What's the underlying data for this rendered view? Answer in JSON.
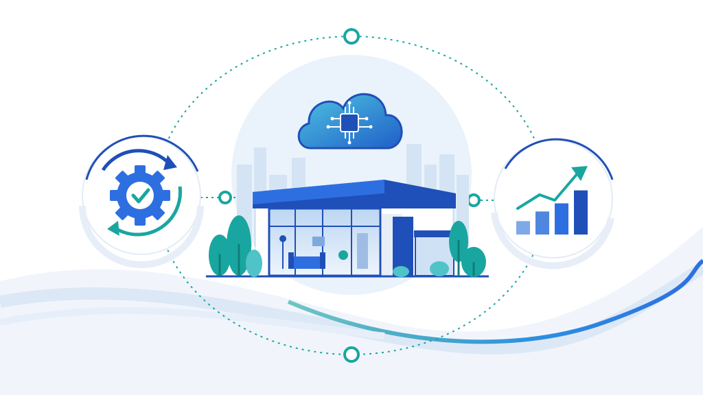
{
  "illustration": {
    "colors": {
      "primary_blue": "#1f4fb8",
      "bright_blue": "#2d6fe0",
      "teal": "#1aa6a0",
      "aqua": "#4fc3c8",
      "pale_blue": "#e9f1fb",
      "glass": "#cfe1f5"
    },
    "icons": {
      "center": "cloud-chip-icon",
      "left": "gear-check-sync-icon",
      "right": "growth-bar-chart-icon",
      "building": "storefront-building-icon"
    },
    "bar_chart_levels": [
      0.28,
      0.48,
      0.65,
      0.92
    ]
  }
}
